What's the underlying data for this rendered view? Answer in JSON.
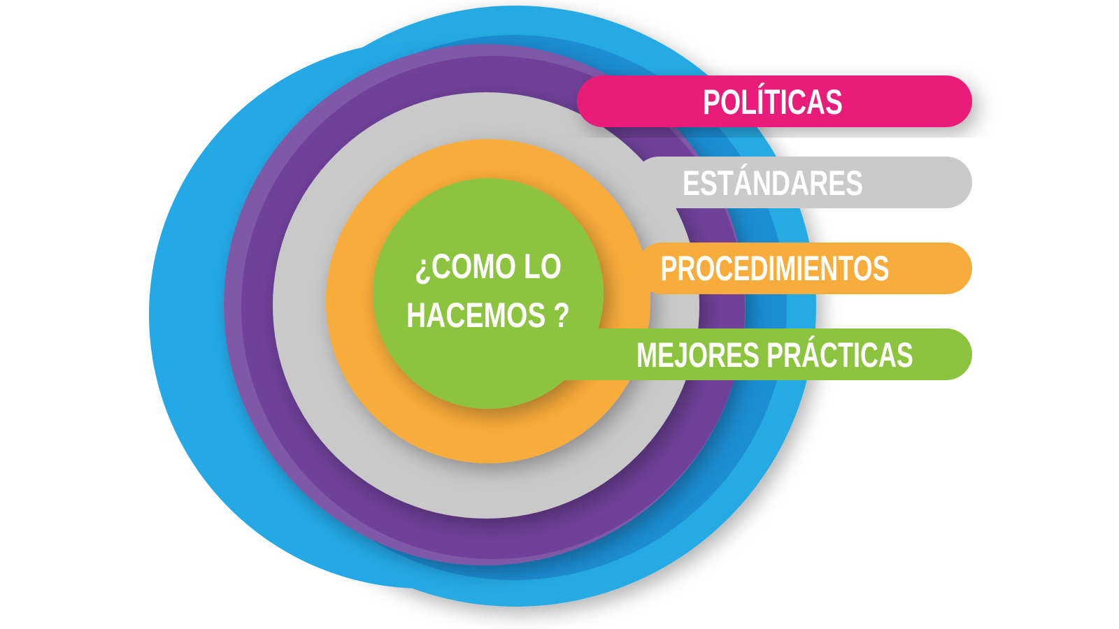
{
  "center": {
    "line1": "¿COMO LO",
    "line2": "HACEMOS ?"
  },
  "bars": [
    {
      "label": "POLÍTICAS",
      "color": "#ea1f7a"
    },
    {
      "label": "ESTÁNDARES",
      "color": "#c8c8c8"
    },
    {
      "label": "PROCEDIMIENTOS",
      "color": "#f8ac3b"
    },
    {
      "label": "MEJORES PRÁCTICAS",
      "color": "#8cc43f"
    }
  ],
  "colors": {
    "blue": "#27aae3",
    "purple": "#7a4aa0",
    "gray": "#c9c9c9",
    "orange": "#f8ac3b",
    "green": "#8cc43f"
  }
}
